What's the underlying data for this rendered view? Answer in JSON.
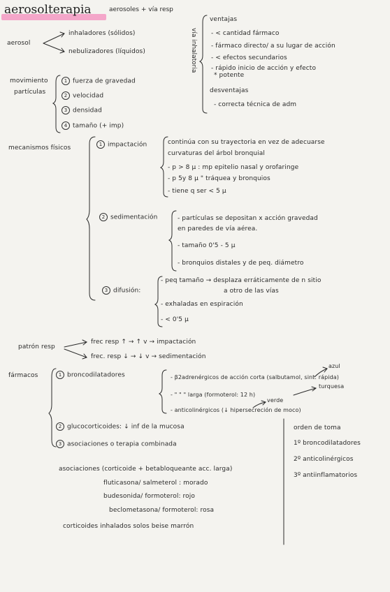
{
  "header": {
    "title": "aerosolterapia",
    "subtitle": "aerosoles + vía resp"
  },
  "aerosol": {
    "label": "aerosol",
    "items": [
      "inhaladores (sólidos)",
      "nebulizadores (líquidos)"
    ]
  },
  "via_inhalatoria": {
    "label": "vía inhalatoria",
    "ventajas_label": "ventajas",
    "ventajas": [
      "- < cantidad fármaco",
      "- fármaco directo/ a su lugar de acción",
      "- < efectos secundarios",
      "- rápido inicio de acción y efecto",
      "* potente"
    ],
    "desventajas_label": "desventajas",
    "desventajas": [
      "- correcta técnica de adm"
    ]
  },
  "movimiento": {
    "label_line1": "movimiento",
    "label_line2": "partículas",
    "items": [
      {
        "num": "1",
        "text": "fuerza de gravedad"
      },
      {
        "num": "2",
        "text": "velocidad"
      },
      {
        "num": "3",
        "text": "densidad"
      },
      {
        "num": "4",
        "text": "tamaño (+ imp)"
      }
    ]
  },
  "mecanismos": {
    "label": "mecanismos físicos",
    "impactacion": {
      "num": "1",
      "label": "impactación",
      "lines": [
        "continúa con su trayectoria en vez de adecuarse",
        "curvaturas del árbol bronquial",
        "- p > 8 μ : mp epitelio nasal y orofaringe",
        "- p 5y 8 μ \" tráquea y bronquios",
        "- tiene q ser < 5 μ"
      ]
    },
    "sedimentacion": {
      "num": "2",
      "label": "sedimentación",
      "lines": [
        "- partículas se depositan x acción gravedad",
        "en paredes de vía aérea.",
        "- tamaño 0'5 - 5 μ",
        "- bronquios distales y de peq. diámetro"
      ]
    },
    "difusion": {
      "num": "3",
      "label": "difusión:",
      "lines": [
        "- peq tamaño → desplaza erráticamente de n sitio",
        "a otro de las vías",
        "- exhaladas en espiración",
        "- < 0'5 μ"
      ]
    }
  },
  "patron": {
    "label": "patrón resp",
    "lines": [
      "frec resp ↑ → ↑ v → impactación",
      "frec. resp ↓ → ↓ v → sedimentación"
    ]
  },
  "farmacos": {
    "label": "fármacos",
    "bronco": {
      "num": "1",
      "label": "broncodilatadores",
      "lines": [
        "- β2adrenérgicos de acción corta (salbutamol, sint. rápida)",
        "- \"   \"   \"   larga (formoterol: 12 h)",
        "- anticolinérgicos (↓ hipersecreción de moco)"
      ],
      "annotations": [
        "azul",
        "turquesa",
        "verde"
      ]
    },
    "gluco": {
      "num": "2",
      "text": "glucocorticoides: ↓ inf de la mucosa"
    },
    "asoc": {
      "num": "3",
      "text": "asociaciones o terapia combinada"
    },
    "asoc_detail": [
      "asociaciones (corticoide + betabloqueante acc. larga)",
      "fluticasona/ salmeterol : morado",
      "budesonida/ formoterol: rojo",
      "beclometasona/ formoterol: rosa",
      "corticoides inhalados solos beise marrón"
    ]
  },
  "orden": {
    "title": "orden de toma",
    "items": [
      "1º broncodilatadores",
      "2º anticolinérgicos",
      "3º antiinflamatorios"
    ]
  },
  "colors": {
    "highlight": "#f4a6c9",
    "ink": "#2b2b2b",
    "paper": "#f4f3ef"
  }
}
